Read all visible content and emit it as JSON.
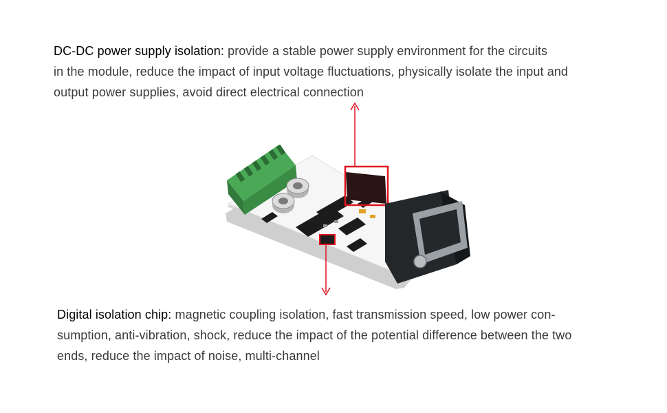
{
  "top_callout": {
    "heading": "DC-DC power supply isolation:",
    "lines": [
      " provide a stable power supply environment for the circuits",
      "in the module, reduce the impact of input voltage fluctuations, physically isolate the input and",
      "output power supplies, avoid direct electrical connection"
    ]
  },
  "bottom_callout": {
    "heading": "Digital isolation chip:",
    "lines": [
      " magnetic coupling isolation, fast transmission speed, low power con-",
      "sumption, anti-vibration, shock, reduce the impact of the potential difference between the two",
      "ends, reduce the impact of noise, multi-channel"
    ]
  },
  "colors": {
    "highlight": "#e0141e",
    "terminal_block": "#3f9a4a",
    "connector": "#1f2326",
    "pcb": "#f4f4f4"
  }
}
